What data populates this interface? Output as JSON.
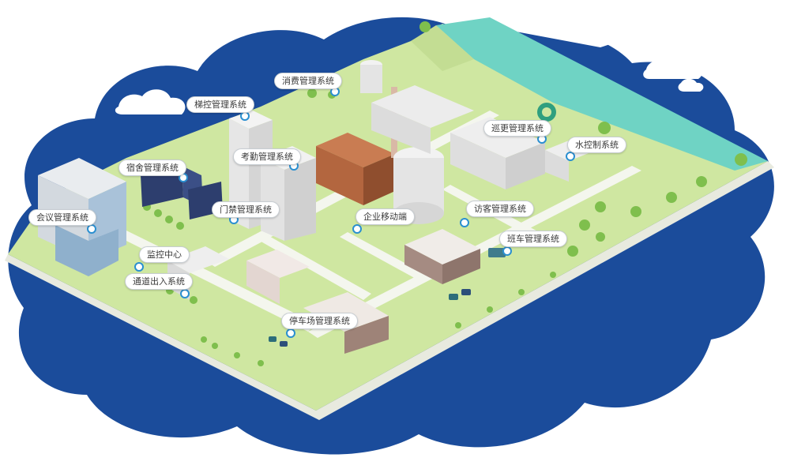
{
  "colors": {
    "sky_blue": "#1b4c9b",
    "cloud_white": "#ffffff",
    "grass_green": "#cfe7a1",
    "river_teal": "#6fd3c4",
    "road_white": "#f4f6ee",
    "pin_blue": "#2a8fd0",
    "factory_brown": "#b3663f",
    "dormitory_navy": "#2d3e6e",
    "conference_blue": "#a9c2d9"
  },
  "map": {
    "labels": [
      {
        "id": "consumption",
        "text": "消费管理系统"
      },
      {
        "id": "elevator",
        "text": "梯控管理系统"
      },
      {
        "id": "attendance",
        "text": "考勤管理系统"
      },
      {
        "id": "dormitory",
        "text": "宿舍管理系统"
      },
      {
        "id": "access",
        "text": "门禁管理系统"
      },
      {
        "id": "meeting",
        "text": "会议管理系统"
      },
      {
        "id": "monitor",
        "text": "监控中心"
      },
      {
        "id": "passage",
        "text": "通道出入系统"
      },
      {
        "id": "mobile",
        "text": "企业移动端"
      },
      {
        "id": "patrol",
        "text": "巡更管理系统"
      },
      {
        "id": "water",
        "text": "水控制系统"
      },
      {
        "id": "visitor",
        "text": "访客管理系统"
      },
      {
        "id": "shuttle",
        "text": "班车管理系统"
      },
      {
        "id": "parking",
        "text": "停车场管理系统"
      }
    ]
  }
}
